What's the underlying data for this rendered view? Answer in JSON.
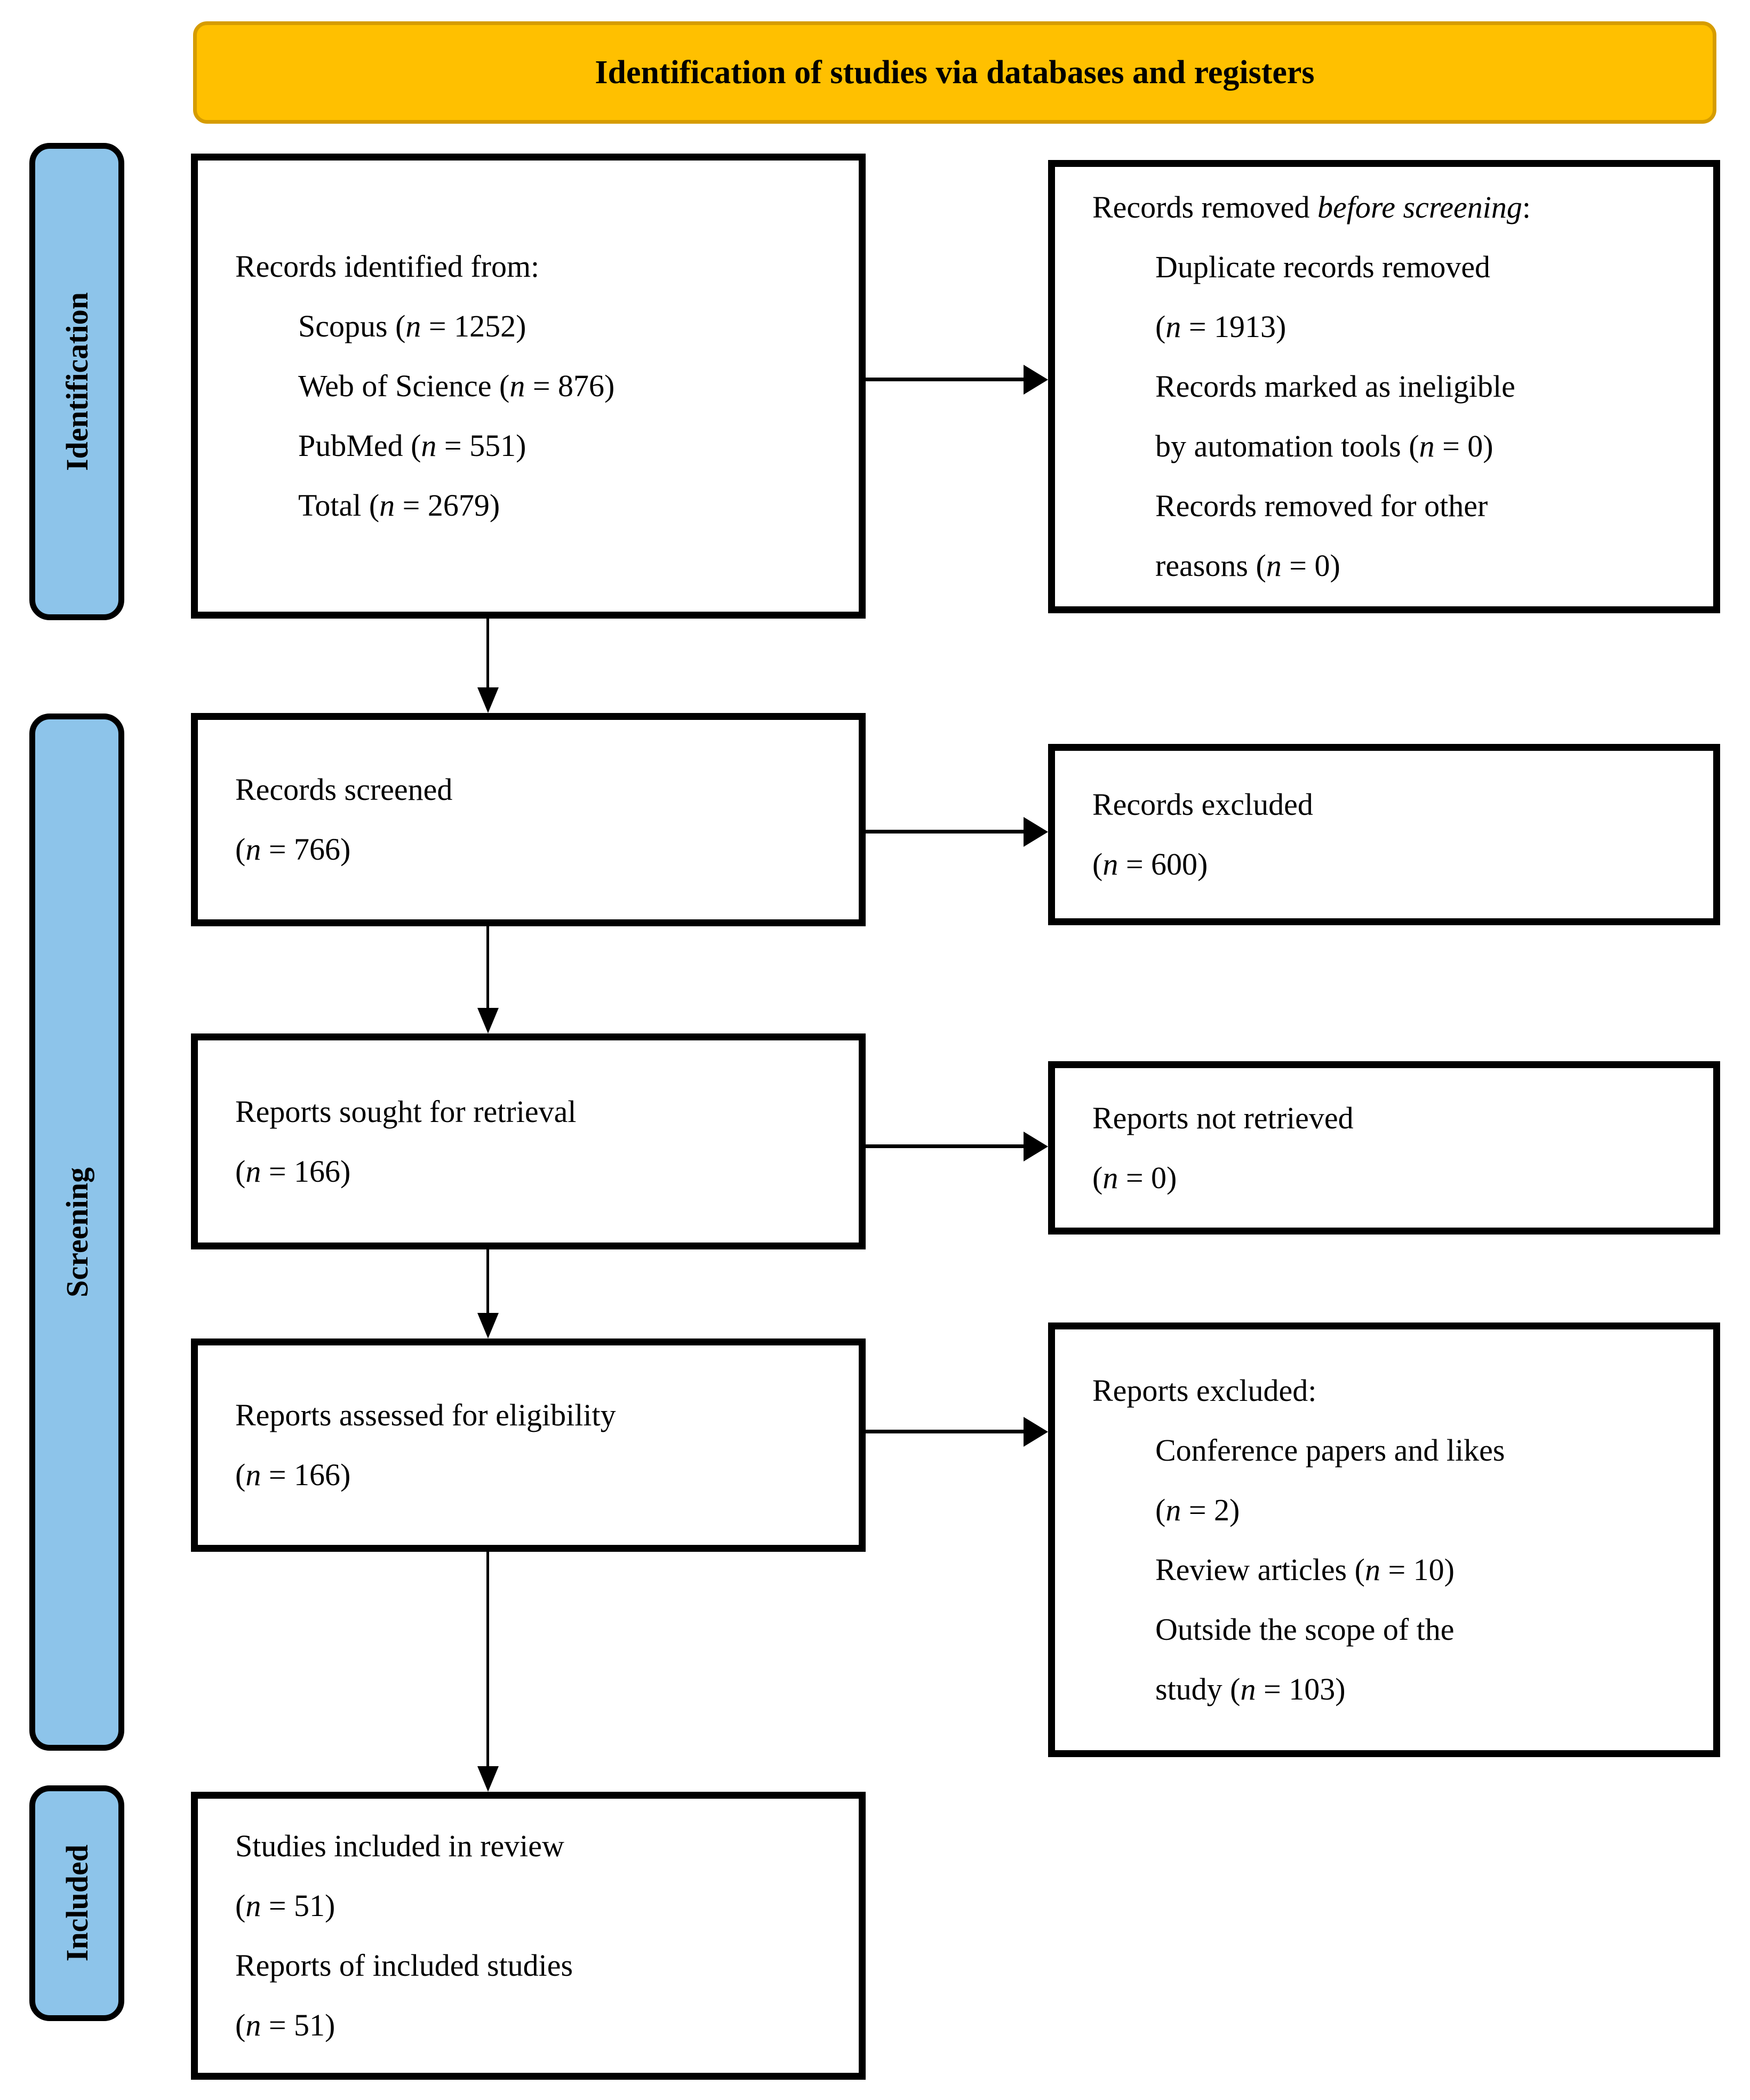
{
  "banner": {
    "label": "Identification of studies via databases and registers"
  },
  "colors": {
    "banner_bg": "#FFC000",
    "banner_border": "#D69C00",
    "sidebar_bg": "#8DC4EA",
    "box_border": "#000000",
    "text": "#000000"
  },
  "sidebar": {
    "items": [
      {
        "label": "Identification"
      },
      {
        "label": "Screening"
      },
      {
        "label": "Included"
      }
    ]
  },
  "boxes": {
    "records_identified": {
      "lines": [
        {
          "ind": false,
          "seg": [
            {
              "t": "Records identified from:"
            }
          ]
        },
        {
          "ind": true,
          "seg": [
            {
              "t": "Scopus ("
            },
            {
              "t": "n",
              "i": true
            },
            {
              "t": " = 1252)"
            }
          ]
        },
        {
          "ind": true,
          "seg": [
            {
              "t": "Web of Science ("
            },
            {
              "t": "n",
              "i": true
            },
            {
              "t": " = 876)"
            }
          ]
        },
        {
          "ind": true,
          "seg": [
            {
              "t": "PubMed ("
            },
            {
              "t": "n",
              "i": true
            },
            {
              "t": " = 551)"
            }
          ]
        },
        {
          "ind": true,
          "seg": [
            {
              "t": "Total ("
            },
            {
              "t": "n",
              "i": true
            },
            {
              "t": " = 2679)"
            }
          ]
        }
      ]
    },
    "records_removed": {
      "lines": [
        {
          "ind": false,
          "seg": [
            {
              "t": "Records removed "
            },
            {
              "t": "before screening",
              "i": true
            },
            {
              "t": ":"
            }
          ]
        },
        {
          "ind": true,
          "seg": [
            {
              "t": "Duplicate records removed"
            }
          ]
        },
        {
          "ind": true,
          "seg": [
            {
              "t": "("
            },
            {
              "t": "n",
              "i": true
            },
            {
              "t": " = 1913)"
            }
          ]
        },
        {
          "ind": true,
          "seg": [
            {
              "t": "Records marked as ineligible"
            }
          ]
        },
        {
          "ind": true,
          "seg": [
            {
              "t": "by automation tools ("
            },
            {
              "t": "n",
              "i": true
            },
            {
              "t": " = 0)"
            }
          ]
        },
        {
          "ind": true,
          "seg": [
            {
              "t": "Records removed for other"
            }
          ]
        },
        {
          "ind": true,
          "seg": [
            {
              "t": "reasons ("
            },
            {
              "t": "n",
              "i": true
            },
            {
              "t": " = 0)"
            }
          ]
        }
      ]
    },
    "records_screened": {
      "lines": [
        {
          "ind": false,
          "seg": [
            {
              "t": "Records screened"
            }
          ]
        },
        {
          "ind": false,
          "seg": [
            {
              "t": "("
            },
            {
              "t": "n",
              "i": true
            },
            {
              "t": " = 766)"
            }
          ]
        }
      ]
    },
    "records_excluded": {
      "lines": [
        {
          "ind": false,
          "seg": [
            {
              "t": "Records excluded"
            }
          ]
        },
        {
          "ind": false,
          "seg": [
            {
              "t": "("
            },
            {
              "t": "n",
              "i": true
            },
            {
              "t": " = 600)"
            }
          ]
        }
      ]
    },
    "reports_sought": {
      "lines": [
        {
          "ind": false,
          "seg": [
            {
              "t": "Reports sought for retrieval"
            }
          ]
        },
        {
          "ind": false,
          "seg": [
            {
              "t": "("
            },
            {
              "t": "n",
              "i": true
            },
            {
              "t": " = 166)"
            }
          ]
        }
      ]
    },
    "reports_not_retrieved": {
      "lines": [
        {
          "ind": false,
          "seg": [
            {
              "t": "Reports not retrieved"
            }
          ]
        },
        {
          "ind": false,
          "seg": [
            {
              "t": "("
            },
            {
              "t": "n",
              "i": true
            },
            {
              "t": " = 0)"
            }
          ]
        }
      ]
    },
    "reports_assessed": {
      "lines": [
        {
          "ind": false,
          "seg": [
            {
              "t": "Reports assessed for eligibility"
            }
          ]
        },
        {
          "ind": false,
          "seg": [
            {
              "t": "("
            },
            {
              "t": "n",
              "i": true
            },
            {
              "t": " = 166)"
            }
          ]
        }
      ]
    },
    "reports_excluded": {
      "lines": [
        {
          "ind": false,
          "seg": [
            {
              "t": "Reports excluded:"
            }
          ]
        },
        {
          "ind": true,
          "seg": [
            {
              "t": "Conference papers and likes"
            }
          ]
        },
        {
          "ind": true,
          "seg": [
            {
              "t": "("
            },
            {
              "t": "n",
              "i": true
            },
            {
              "t": " = 2)"
            }
          ]
        },
        {
          "ind": true,
          "seg": [
            {
              "t": "Review articles ("
            },
            {
              "t": "n",
              "i": true
            },
            {
              "t": " = 10)"
            }
          ]
        },
        {
          "ind": true,
          "seg": [
            {
              "t": "Outside the scope of the"
            }
          ]
        },
        {
          "ind": true,
          "seg": [
            {
              "t": "study ("
            },
            {
              "t": "n",
              "i": true
            },
            {
              "t": " = 103)"
            }
          ]
        }
      ]
    },
    "studies_included": {
      "lines": [
        {
          "ind": false,
          "seg": [
            {
              "t": "Studies included in review"
            }
          ]
        },
        {
          "ind": false,
          "seg": [
            {
              "t": "("
            },
            {
              "t": "n",
              "i": true
            },
            {
              "t": " = 51)"
            }
          ]
        },
        {
          "ind": false,
          "seg": [
            {
              "t": "Reports of included studies"
            }
          ]
        },
        {
          "ind": false,
          "seg": [
            {
              "t": "("
            },
            {
              "t": "n",
              "i": true
            },
            {
              "t": " = 51)"
            }
          ]
        }
      ]
    }
  }
}
